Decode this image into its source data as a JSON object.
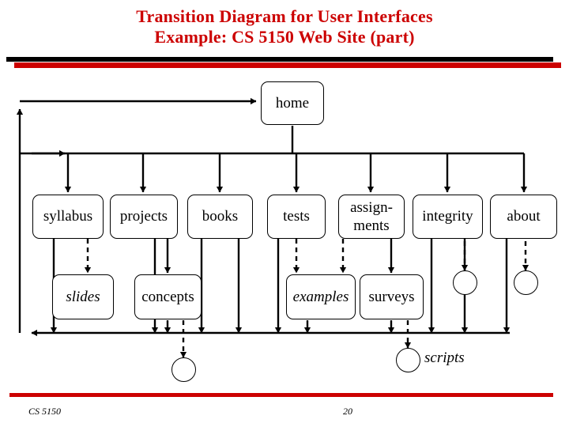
{
  "slide": {
    "title_line1": "Transition Diagram for User Interfaces",
    "title_line2": "Example: CS 5150 Web Site (part)",
    "title_color": "#cc0000",
    "rule_colors": {
      "black": "#000000",
      "red": "#cc0000"
    },
    "footer_left": "CS 5150",
    "footer_page": "20"
  },
  "diagram": {
    "nodes": [
      {
        "id": "home",
        "label": "home",
        "style": "roman"
      },
      {
        "id": "syllabus",
        "label": "syllabus",
        "style": "roman"
      },
      {
        "id": "projects",
        "label": "projects",
        "style": "roman"
      },
      {
        "id": "books",
        "label": "books",
        "style": "roman"
      },
      {
        "id": "tests",
        "label": "tests",
        "style": "roman"
      },
      {
        "id": "assignments",
        "label": "assign-\nments",
        "style": "roman"
      },
      {
        "id": "integrity",
        "label": "integrity",
        "style": "roman"
      },
      {
        "id": "about",
        "label": "about",
        "style": "roman"
      },
      {
        "id": "slides",
        "label": "slides",
        "style": "italic"
      },
      {
        "id": "concepts",
        "label": "concepts",
        "style": "roman"
      },
      {
        "id": "examples",
        "label": "examples",
        "style": "italic"
      },
      {
        "id": "surveys",
        "label": "surveys",
        "style": "roman"
      }
    ],
    "circle_nodes": [
      {
        "id": "circle-under-concepts"
      },
      {
        "id": "circle-under-integrity"
      },
      {
        "id": "circle-under-about"
      },
      {
        "id": "circle-scripts"
      }
    ],
    "free_labels": [
      {
        "id": "scripts",
        "text": "scripts",
        "style": "italic"
      }
    ]
  }
}
